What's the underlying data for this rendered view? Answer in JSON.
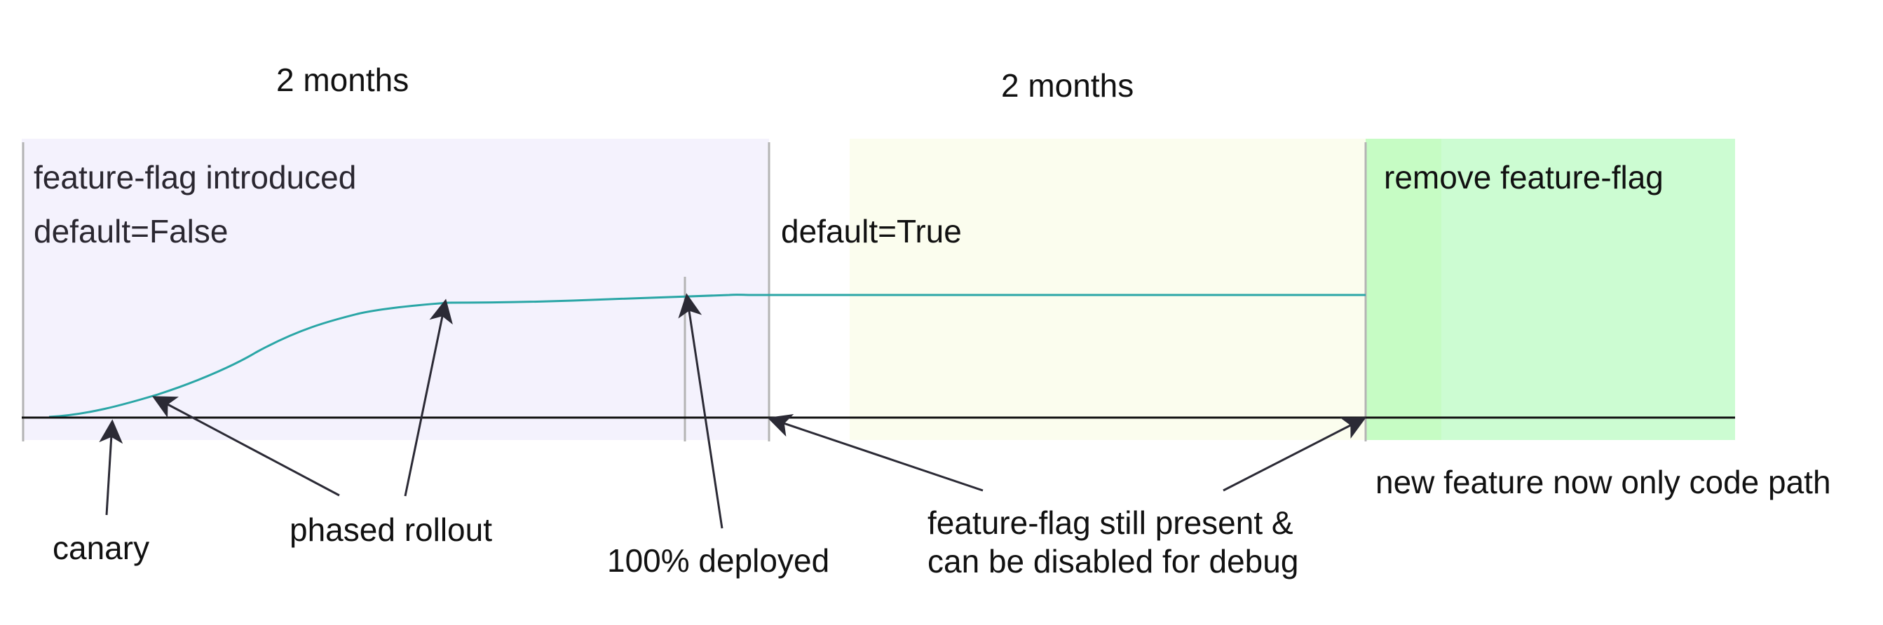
{
  "durations": {
    "phase_one": "2 months",
    "phase_two": "2 months"
  },
  "phases": {
    "introduced": {
      "title": "feature-flag introduced",
      "default_label": "default=False"
    },
    "enabled": {
      "default_label": "default=True"
    },
    "removed": {
      "title": "remove feature-flag"
    }
  },
  "annotations": {
    "canary": "canary",
    "phased_rollout": "phased rollout",
    "deployed": "100% deployed",
    "still_present_line1": "feature-flag still present &",
    "still_present_line2": "can be disabled for debug",
    "only_code_path": "new feature now only code path"
  },
  "colors": {
    "phase_one_fill": "#f4f2fd",
    "phase_two_fill": "#fbfdee",
    "phase_three_fill": "#ccfcd2",
    "phase_three_edge": "#c6fcc4",
    "rollout_curve": "#2aa6a6",
    "axis": "#111111",
    "divider": "#b4b4b4",
    "arrow": "#2b2a35"
  }
}
